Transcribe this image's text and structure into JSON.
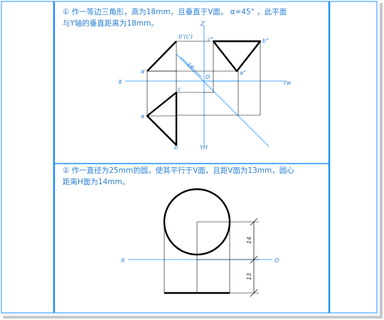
{
  "colors": {
    "frame": "#1e90ff",
    "text": "#2a7fd4",
    "construction": "#1e90ff",
    "drawing": "#000000",
    "shadow": "#b8b8b8"
  },
  "problem1": {
    "line1": "① 作一等边三角形，高为18mm，且垂直于V面，  α=45°  ，此平面",
    "line2": "与Y轴的垂直距离为18mm。",
    "labels": {
      "z": "Z",
      "x": "X",
      "o": "O",
      "yw": "Yw",
      "yh": "YH",
      "b_prime_c_prime": "b'(c')",
      "c_double_prime": "c\"",
      "b_double_prime": "b\"",
      "a_prime": "a'",
      "a_double_prime": "a\"",
      "c": "c",
      "a": "a",
      "b": "b",
      "dim_18": "18"
    }
  },
  "problem2": {
    "line1": "② 作一直径为25mm的圆，使其平行于V面，且距V面为13mm，圆心",
    "line2": "距离H面为14mm。",
    "labels": {
      "x": "X",
      "o": "O",
      "dim_14": "14",
      "dim_13": "13"
    }
  }
}
